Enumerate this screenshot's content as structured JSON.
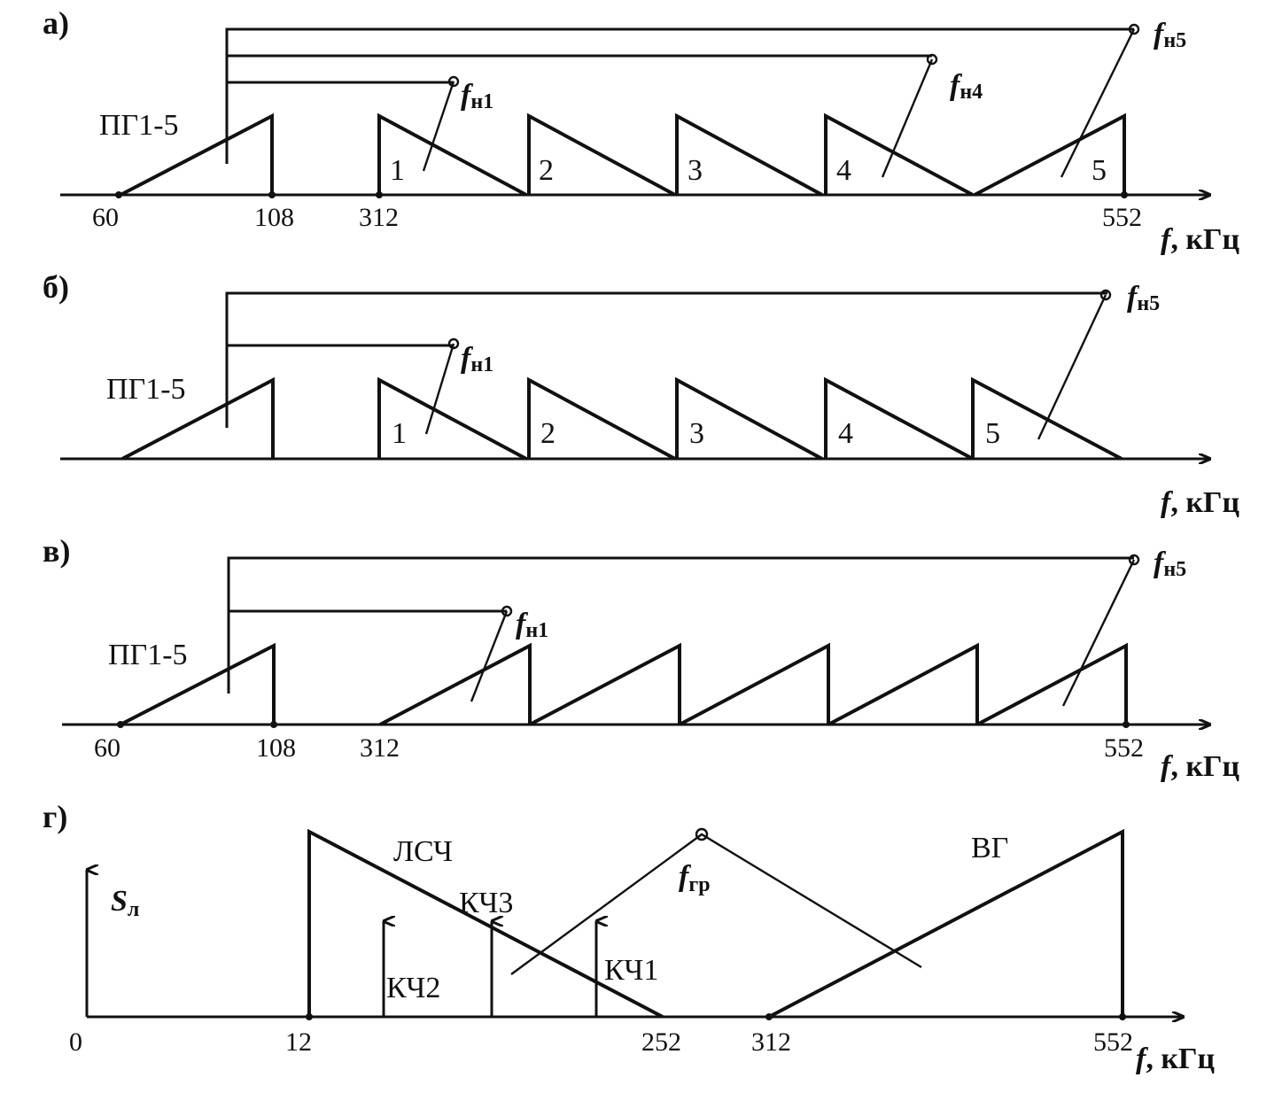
{
  "figure": {
    "panels": [
      {
        "letter": "а)",
        "group_label": "ПГ1-5",
        "ticks": [
          "60",
          "108",
          "312",
          "552"
        ],
        "channel_numbers": [
          "1",
          "2",
          "3",
          "4",
          "5"
        ],
        "carriers": [
          {
            "base": "f",
            "sub": "н1"
          },
          {
            "base": "f",
            "sub": "н4"
          },
          {
            "base": "f",
            "sub": "н5"
          }
        ],
        "axis_label": {
          "base": "f",
          "unit": ", кГц"
        }
      },
      {
        "letter": "б)",
        "group_label": "ПГ1-5",
        "ticks": [],
        "channel_numbers": [
          "1",
          "2",
          "3",
          "4",
          "5"
        ],
        "carriers": [
          {
            "base": "f",
            "sub": "н1"
          },
          {
            "base": "f",
            "sub": "н5"
          }
        ],
        "axis_label": {
          "base": "f",
          "unit": ", кГц"
        }
      },
      {
        "letter": "в)",
        "group_label": "ПГ1-5",
        "ticks": [
          "60",
          "108",
          "312",
          "552"
        ],
        "channel_numbers": [],
        "carriers": [
          {
            "base": "f",
            "sub": "н1"
          },
          {
            "base": "f",
            "sub": "н5"
          }
        ],
        "axis_label": {
          "base": "f",
          "unit": ", кГц"
        }
      },
      {
        "letter": "г)",
        "y_label": {
          "base": "S",
          "sub": "л"
        },
        "ticks": [
          "0",
          "12",
          "252",
          "312",
          "552"
        ],
        "band_labels": [
          "ЛСЧ",
          "ВГ"
        ],
        "control_freqs": [
          "КЧ2",
          "КЧ3",
          "КЧ1"
        ],
        "carrier": {
          "base": "f",
          "sub": "гр"
        },
        "axis_label": {
          "base": "f",
          "unit": ", кГц"
        }
      }
    ]
  }
}
